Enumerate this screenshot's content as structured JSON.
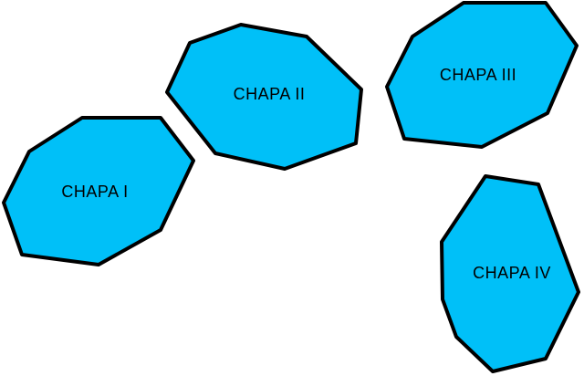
{
  "diagram": {
    "fill_color": "#00c0f8",
    "outline_color": "#000000",
    "plates": [
      {
        "label": "CHAPA I"
      },
      {
        "label": "CHAPA II"
      },
      {
        "label": "CHAPA III"
      },
      {
        "label": "CHAPA IV"
      }
    ]
  }
}
